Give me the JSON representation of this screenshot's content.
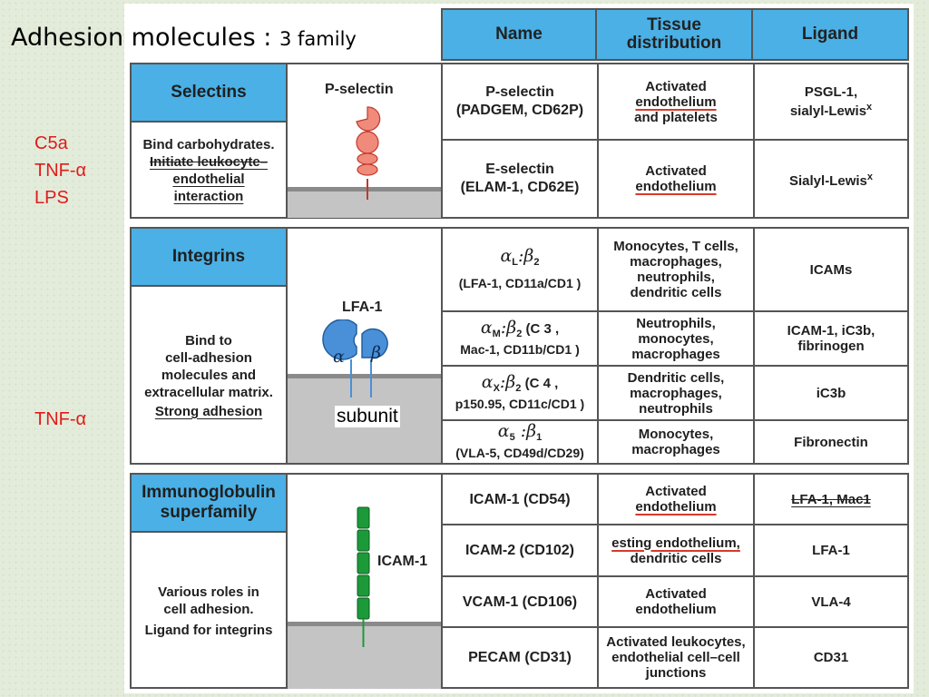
{
  "slide": {
    "title": "Adhesion molecules :",
    "title_suffix": "3 family",
    "side_labels": [
      {
        "text": "C5a"
      },
      {
        "text": "TNF-α"
      },
      {
        "text": "LPS"
      },
      {
        "text": "TNF-α"
      }
    ]
  },
  "table": {
    "headers": [
      "Name",
      "Tissue distribution",
      "Ligand"
    ],
    "sections": [
      {
        "family": "Selectins",
        "description": [
          "Bind carbohydrates.",
          "Initiate leukocyte–",
          "endothelial",
          "interaction"
        ],
        "structure_label": "P-selectin",
        "rows": [
          {
            "name": [
              "P-selectin",
              "(PADGEM, CD62P)"
            ],
            "tissue": [
              "Activated",
              "endothelium",
              "and platelets"
            ],
            "ligand": [
              "PSGL-1,",
              "sialyl-Lewis",
              "x"
            ]
          },
          {
            "name": [
              "E-selectin",
              "(ELAM-1, CD62E)"
            ],
            "tissue": [
              "Activated",
              "endothelium"
            ],
            "ligand": [
              "Sialyl-Lewis",
              "x"
            ]
          }
        ]
      },
      {
        "family": "Integrins",
        "description": [
          "Bind to",
          "cell-adhesion",
          "molecules and",
          "extracellular matrix.",
          "Strong adhesion"
        ],
        "structure_label": "LFA-1",
        "alpha_symbol": "α",
        "beta_symbol": "β",
        "subunit_label": "subunit",
        "rows": [
          {
            "name_sym": "αL:β2",
            "name_sym_parts": [
              "α",
              "L",
              ":β",
              "2"
            ],
            "name_sub": "(LFA-1, CD11a/CD1 )",
            "tissue": [
              "Monocytes, T cells,",
              "macrophages,",
              "neutrophils,",
              "dendritic cells"
            ],
            "ligand": [
              "ICAMs"
            ]
          },
          {
            "name_sym_parts": [
              "α",
              "M",
              ":β",
              "2",
              " (C 3  ,"
            ],
            "name_sub": "Mac-1, CD11b/CD1 )",
            "tissue": [
              "Neutrophils,",
              "monocytes,",
              "macrophages"
            ],
            "ligand": [
              "ICAM-1, iC3b,",
              "fibrinogen"
            ]
          },
          {
            "name_sym_parts": [
              "α",
              "X",
              ":β",
              "2",
              " (C 4  ,"
            ],
            "name_sub": "p150.95, CD11c/CD1 )",
            "tissue": [
              "Dendritic cells,",
              "macrophages,",
              "neutrophils"
            ],
            "ligand": [
              "iC3b"
            ]
          },
          {
            "name_sym_parts": [
              "α",
              "5",
              " :β",
              "1"
            ],
            "name_sub": "(VLA-5, CD49d/CD29)",
            "tissue": [
              "Monocytes,",
              "macrophages"
            ],
            "ligand": [
              "Fibronectin"
            ]
          }
        ]
      },
      {
        "family": "Immunoglobulin superfamily",
        "family_lines": [
          "Immunoglobulin",
          "superfamily"
        ],
        "description": [
          "Various roles in",
          "cell adhesion.",
          "Ligand for integrins"
        ],
        "structure_label": "ICAM-1",
        "rows": [
          {
            "name": [
              "ICAM-1 (CD54)"
            ],
            "tissue": [
              "Activated",
              "endothelium"
            ],
            "ligand": [
              "LFA-1, Mac1"
            ]
          },
          {
            "name": [
              "ICAM-2 (CD102)"
            ],
            "tissue": [
              "esting endothelium,",
              "dendritic cells"
            ],
            "ligand": [
              "LFA-1"
            ]
          },
          {
            "name": [
              "VCAM-1 (CD106)"
            ],
            "tissue": [
              "Activated",
              "endothelium"
            ],
            "ligand": [
              "VLA-4"
            ]
          },
          {
            "name": [
              "PECAM (CD31)"
            ],
            "tissue": [
              "Activated leukocytes,",
              "endothelial cell–cell",
              "junctions"
            ],
            "ligand": [
              "CD31"
            ]
          }
        ]
      }
    ]
  },
  "colors": {
    "header_blue": "#4ab0e6",
    "selectin_pink": "#f08a7b",
    "integrin_blue": "#4a90d9",
    "icam_green": "#1c9a3a",
    "annotation_red": "#e01b1b",
    "membrane_gray": "#c4c4c4"
  }
}
